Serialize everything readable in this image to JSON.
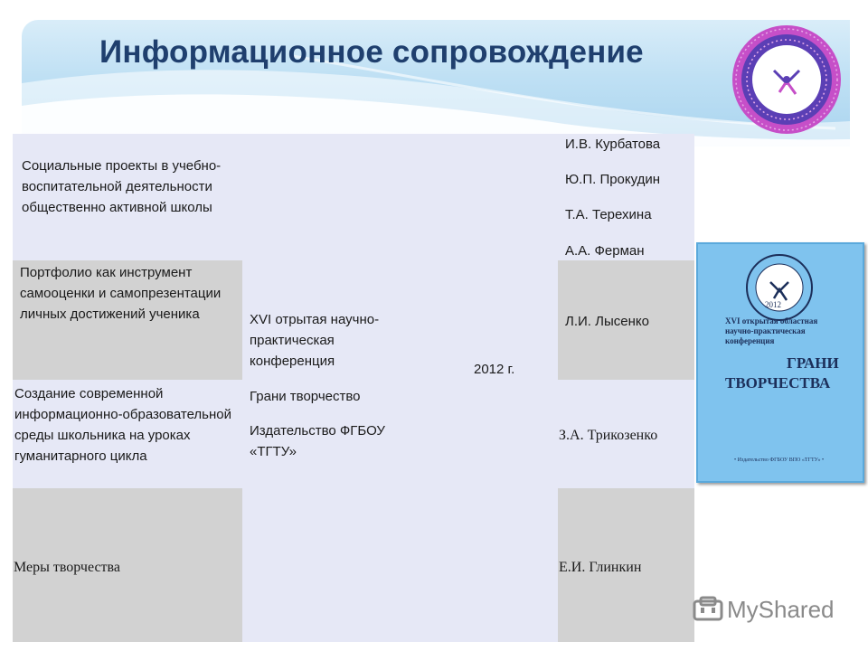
{
  "title": "Информационное сопровождение",
  "rows": [
    {
      "topic": "Социальные проекты в учебно-воспитательной деятельности общественно активной школы",
      "authors": [
        "И.В. Курбатова",
        "Ю.П. Прокудин",
        "Т.А. Терехина",
        "А.А. Ферман"
      ]
    },
    {
      "topic": "Портфолио как инструмент самооценки и самопрезентации личных достижений ученика",
      "authors": [
        "Л.И. Лысенко"
      ]
    },
    {
      "topic": "Создание современной информационно-образовательной среды школьника на уроках гуманитарного цикла",
      "authors": [
        "З.А. Трикозенко"
      ]
    },
    {
      "topic": "Меры творчества",
      "authors": [
        "Е.И. Глинкин"
      ]
    }
  ],
  "publication": {
    "conference": "XVI отрытая научно-практическая конференция",
    "collection": "Грани творчество",
    "publisher": "Издательство ФГБОУ «ТГТУ»",
    "year": "2012 г."
  },
  "book_cover": {
    "subtitle": "XVI открытая областная научно-практическая конференция",
    "title_line1": "ГРАНИ",
    "title_line2": "ТВОРЧЕСТВА",
    "year": "2012",
    "footer": "• Издательство ФГБОУ ВПО «ТГТУ» •"
  },
  "watermark": "MyShared",
  "colors": {
    "title": "#1f3f6e",
    "cell_light": "#e6e8f6",
    "cell_gray": "#d2d2d2",
    "book": "#7fc3ee"
  }
}
